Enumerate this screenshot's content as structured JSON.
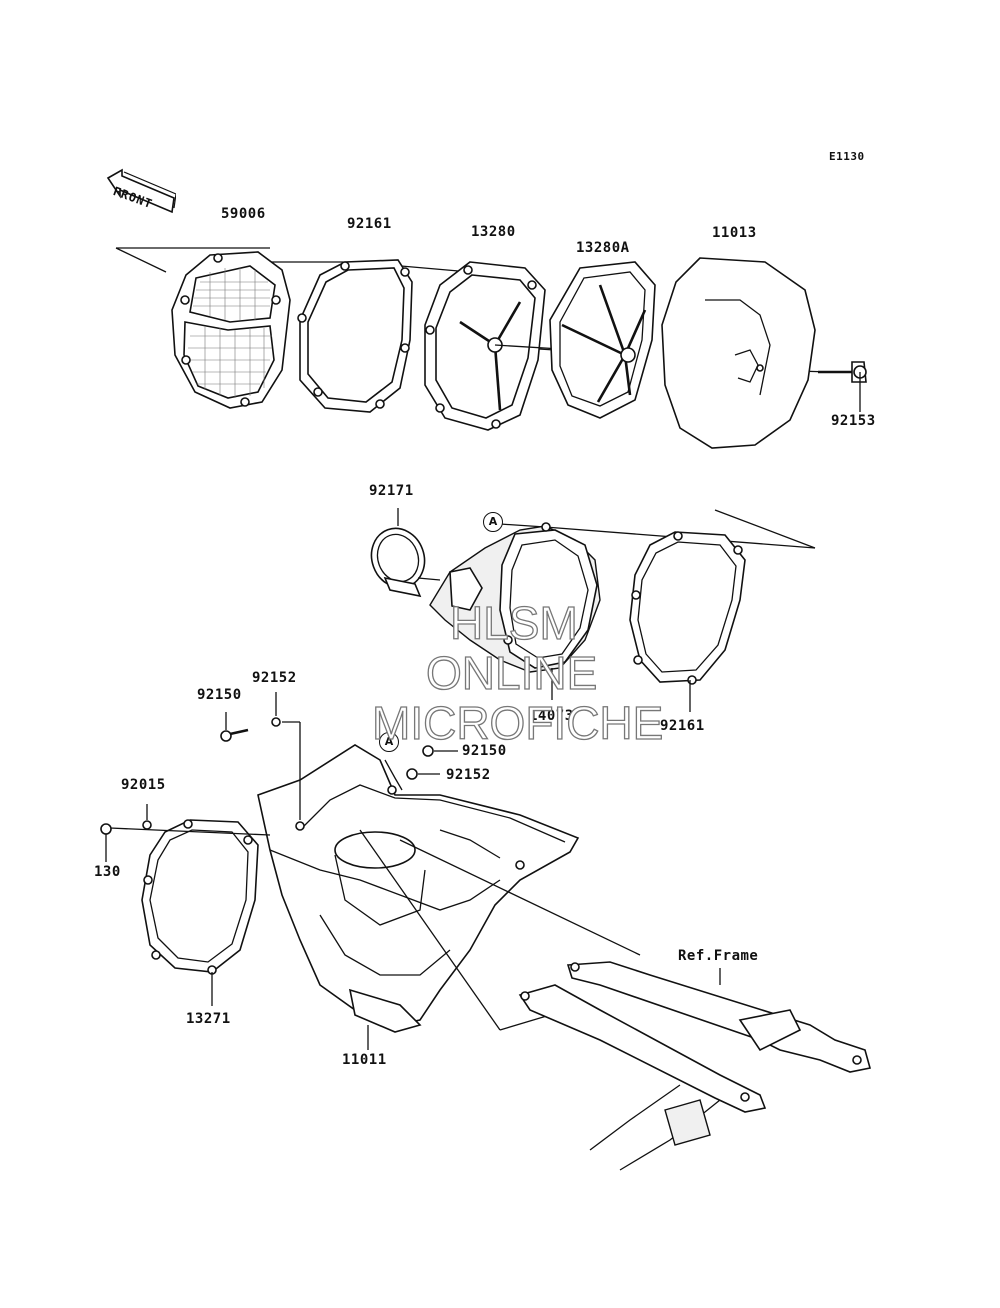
{
  "diagram_code": "E1130",
  "direction_label": "FRONT",
  "reference_label": "Ref.Frame",
  "circle_marker": "A",
  "watermark": [
    "HLSM",
    "ONLINE",
    "MICROFICHE"
  ],
  "callouts": {
    "p59006": "59006",
    "p92161_top": "92161",
    "p13280": "13280",
    "p13280A": "13280A",
    "p11013": "11013",
    "p92153": "92153",
    "p92171": "92171",
    "p14073": "14073",
    "p92161_mid": "92161",
    "p92152_left": "92152",
    "p92150_left": "92150",
    "p92150_right": "92150",
    "p92152_right": "92152",
    "p92015": "92015",
    "p130": "130",
    "p13271": "13271",
    "p11011": "11011"
  },
  "colors": {
    "line": "#111111",
    "watermark_outline": "#777777",
    "background": "#ffffff"
  },
  "icons": {
    "front_arrow": "arrow-left-icon"
  }
}
